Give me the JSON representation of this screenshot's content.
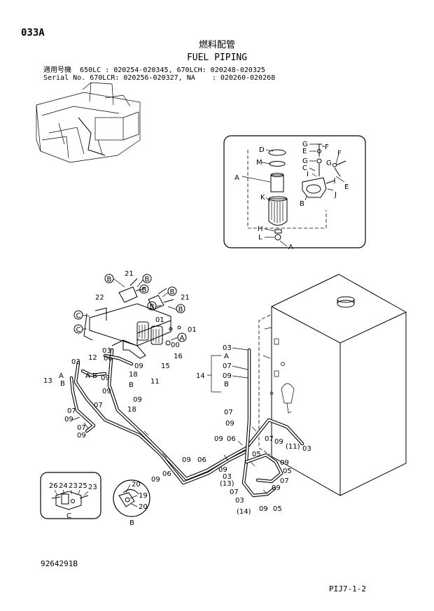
{
  "header": {
    "code": "033A",
    "title_jp": "燃料配管",
    "title_en": "FUEL PIPING",
    "applicability_line1": "適用号機  650LC : 020254-020345, 670LCH: 020248-020325",
    "applicability_line2": "Serial No. 670LCR: 020256-020327, NA    : 020260-020268"
  },
  "footer": {
    "doc_number": "9264291B",
    "page_ref": "PIJ7-1-2"
  },
  "inset_filter": {
    "labels": {
      "D": "D",
      "M": "M",
      "A_left": "A",
      "K": "K",
      "H": "H",
      "L": "L",
      "A_bottom": "A",
      "G1": "G",
      "E1": "E",
      "G2": "G",
      "C": "C",
      "I": "I",
      "F1": "F",
      "F2": "F",
      "G3": "G",
      "E2": "E",
      "J": "J",
      "B": "B"
    }
  },
  "inset_c": {
    "labels": {
      "p26": "26",
      "p24": "24",
      "p23a": "23",
      "p25": "25",
      "p23b": "23",
      "view": "C"
    }
  },
  "inset_b": {
    "labels": {
      "p20a": "20",
      "p19": "19",
      "p20b": "20",
      "view": "B"
    }
  },
  "callouts_circled": {
    "B": "B",
    "C": "C",
    "A": "A"
  },
  "parts": {
    "p21a": "21",
    "p22": "22",
    "p21b": "21",
    "p01a": "01",
    "p01b": "01",
    "p00": "00",
    "p16": "16",
    "p15": "15",
    "p03a": "03",
    "p06a": "06",
    "p09a": "09",
    "p18a": "18",
    "p11": "11",
    "p12": "12",
    "p03b": "03",
    "A1": "A",
    "B1": "B",
    "p09b": "09",
    "p13": "13",
    "A2": "A",
    "B2": "B",
    "B3": "B",
    "p09c": "09",
    "p07a": "07",
    "p18b": "18",
    "p09d": "09",
    "p07b": "07",
    "p09e": "09",
    "p07c": "07",
    "p09f": "09",
    "p14": "14",
    "p03c": "03",
    "A3": "A",
    "p07d": "07",
    "p09g": "09",
    "B4": "B",
    "p07e": "07",
    "p09h": "09",
    "p09i": "09",
    "p06b": "06",
    "p07f": "07",
    "p09j": "09",
    "p11b": "(11)",
    "p03d": "03",
    "p05a": "05",
    "p09k": "09",
    "p03e": "03",
    "p13b": "(13)",
    "p09l": "09",
    "p09m": "09",
    "p06c": "06",
    "p09n": "09",
    "p06d": "06",
    "p07g": "07",
    "p03f": "03",
    "p14b": "(14)",
    "p09o": "09",
    "p05b": "05",
    "p05c": "05",
    "p09p": "09",
    "p07h": "07"
  }
}
